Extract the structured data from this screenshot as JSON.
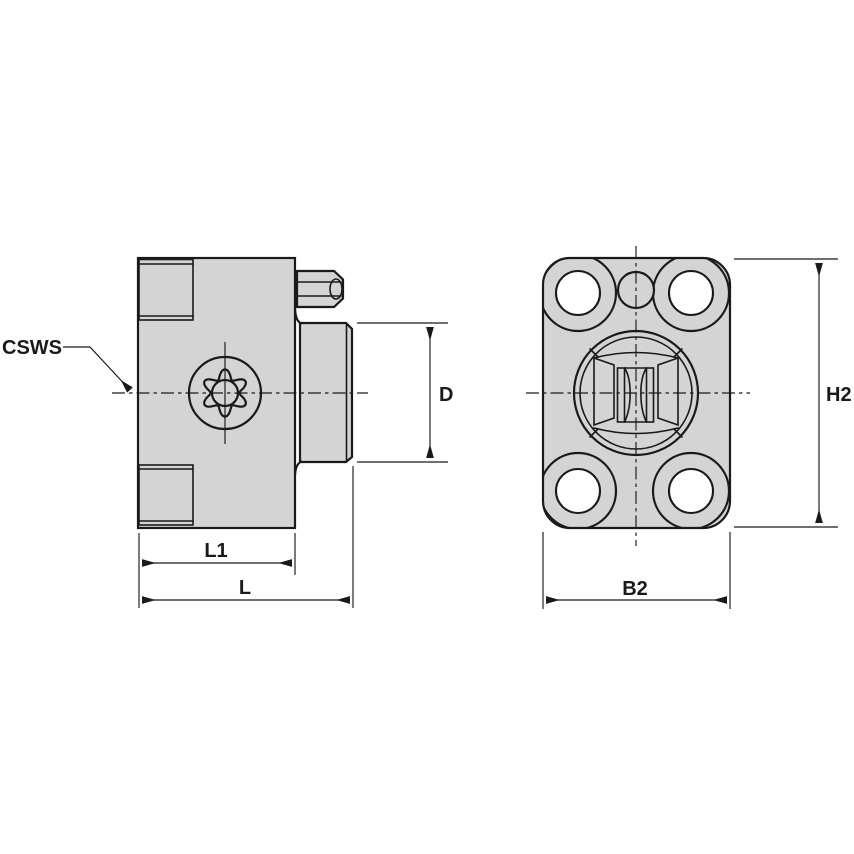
{
  "colors": {
    "background": "#ffffff",
    "part_fill": "#d4d4d4",
    "line": "#1a1a1a"
  },
  "side_view": {
    "callout_label": "CSWS",
    "dim_diameter": "D",
    "dim_length1": "L1",
    "dim_length": "L"
  },
  "front_view": {
    "dim_height": "H2",
    "dim_width": "B2"
  }
}
